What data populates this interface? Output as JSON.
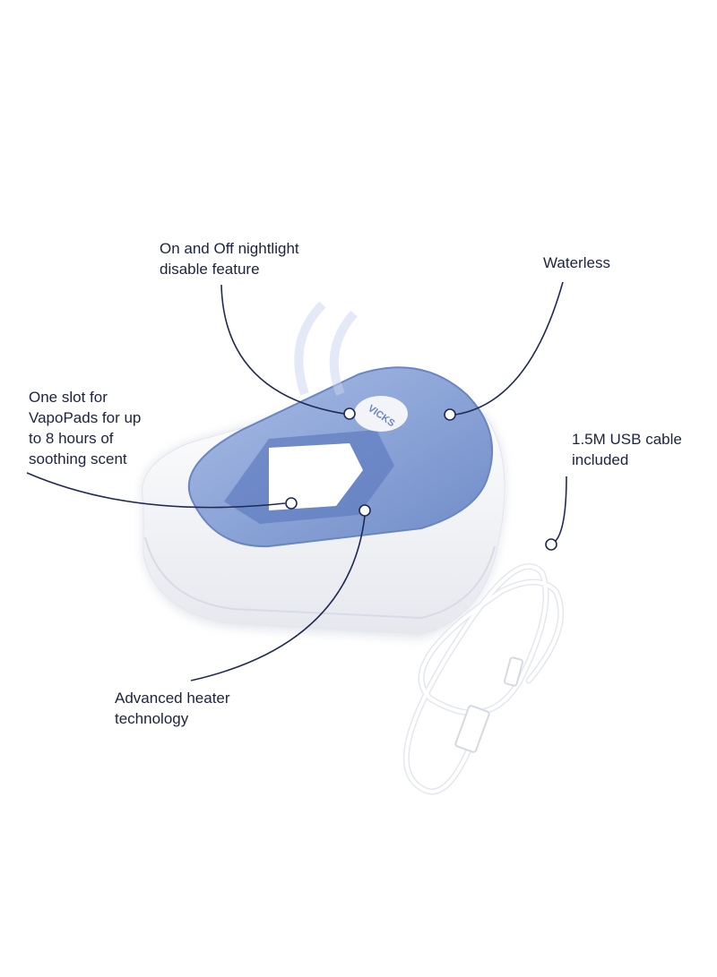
{
  "callouts": {
    "nightlight": "On and Off nightlight\ndisable feature",
    "waterless": "Waterless",
    "slot": "One slot for\nVapoPads for up\nto 8 hours of\nsoothing scent",
    "cable": "1.5M USB cable\nincluded",
    "heater": "Advanced heater\ntechnology"
  },
  "product": {
    "brand_logo": "VICKS"
  },
  "colors": {
    "line": "#1f2a55",
    "lid": "#8ea6d6",
    "text": "#1c2340"
  }
}
